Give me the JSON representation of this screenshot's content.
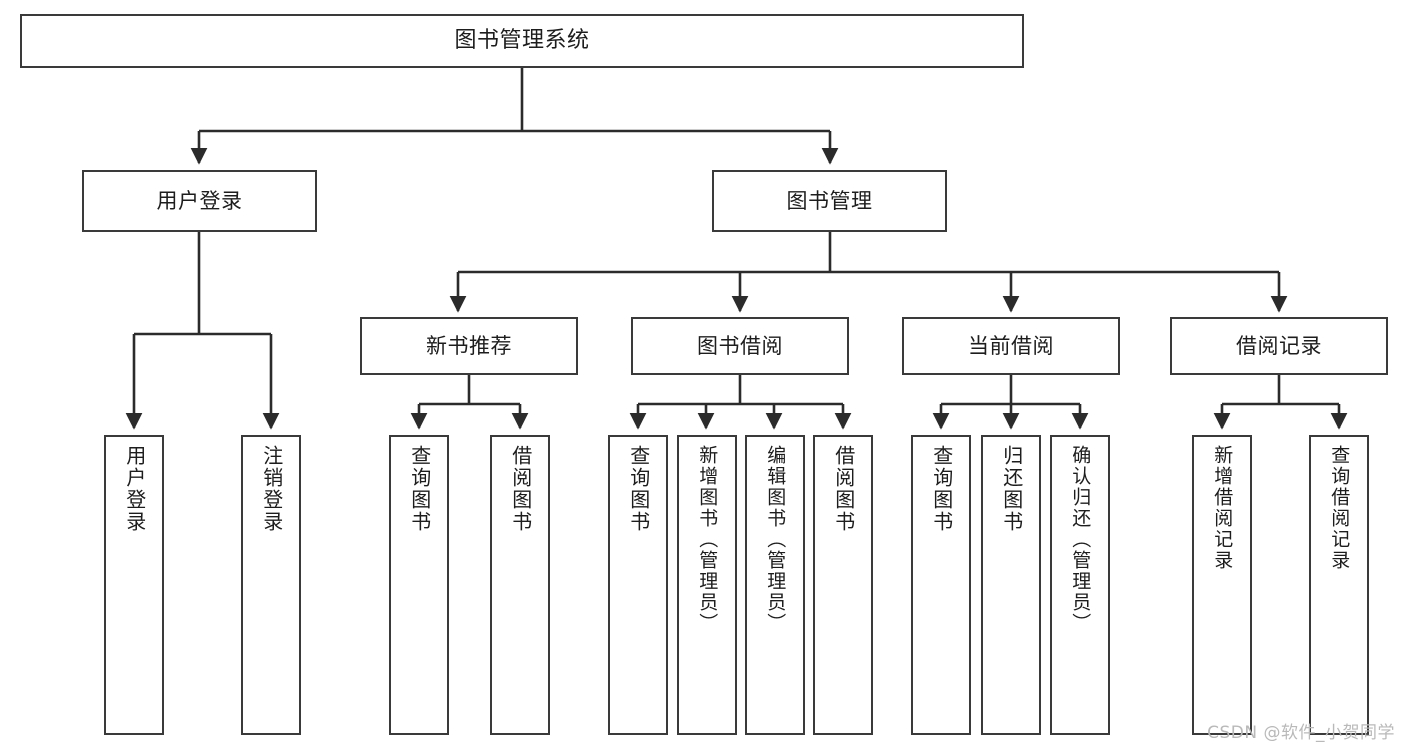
{
  "diagram": {
    "title": "图书管理系统",
    "type": "hierarchy-tree",
    "watermark": "CSDN @软件_小贺同学",
    "colors": {
      "node_border": "#3a3a3a",
      "node_fill": "#ffffff",
      "edge": "#2b2b2b",
      "text": "#1d1d1d",
      "watermark": "#b9b9b9"
    },
    "nodes": {
      "root": {
        "label": "图书管理系统"
      },
      "level2": [
        {
          "id": "user-login",
          "label": "用户登录"
        },
        {
          "id": "book-manage",
          "label": "图书管理"
        }
      ],
      "level3": [
        {
          "id": "new-book-recommend",
          "label": "新书推荐"
        },
        {
          "id": "book-borrow",
          "label": "图书借阅"
        },
        {
          "id": "current-borrow",
          "label": "当前借阅"
        },
        {
          "id": "borrow-record",
          "label": "借阅记录"
        }
      ],
      "leaves": {
        "user_login": [
          {
            "id": "leaf-user-login",
            "label": "用户登录"
          },
          {
            "id": "leaf-logout-login",
            "label": "注销登录"
          }
        ],
        "new_book_recommend": [
          {
            "id": "leaf-query-book-1",
            "label": "查询图书"
          },
          {
            "id": "leaf-borrow-book-1",
            "label": "借阅图书"
          }
        ],
        "book_borrow": [
          {
            "id": "leaf-query-book-2",
            "label": "查询图书"
          },
          {
            "id": "leaf-add-book",
            "label": "新增图书（管理员）"
          },
          {
            "id": "leaf-edit-book",
            "label": "编辑图书（管理员）"
          },
          {
            "id": "leaf-borrow-book-2",
            "label": "借阅图书"
          }
        ],
        "current_borrow": [
          {
            "id": "leaf-query-book-3",
            "label": "查询图书"
          },
          {
            "id": "leaf-return-book",
            "label": "归还图书"
          },
          {
            "id": "leaf-confirm-return",
            "label": "确认归还（管理员）"
          }
        ],
        "borrow_record": [
          {
            "id": "leaf-add-record",
            "label": "新增借阅记录"
          },
          {
            "id": "leaf-query-record",
            "label": "查询借阅记录"
          }
        ]
      }
    }
  }
}
